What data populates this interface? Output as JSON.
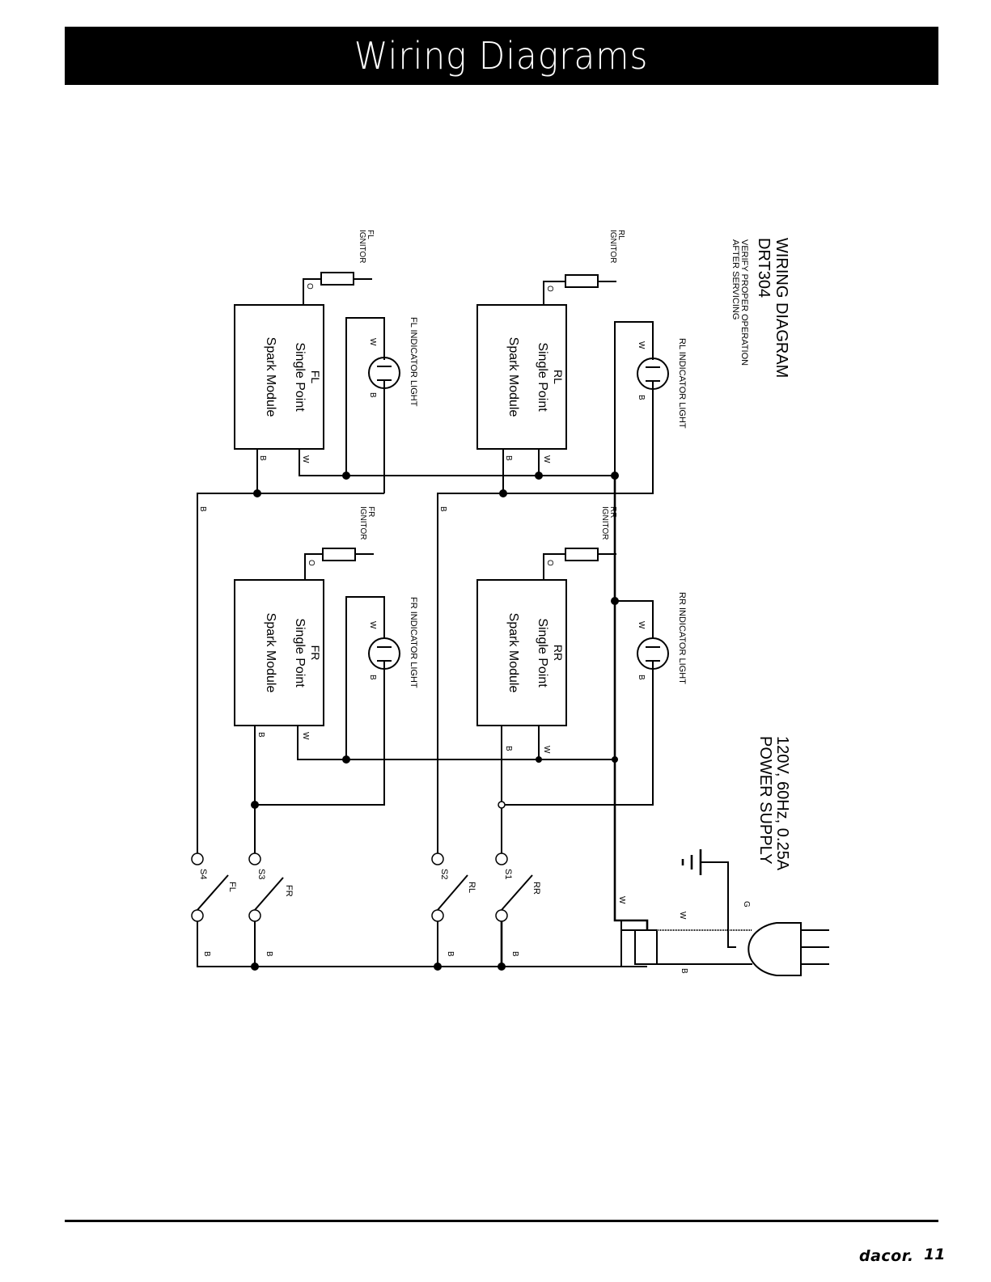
{
  "page": {
    "header_title": "Wiring Diagrams",
    "footer_brand": "dacor.",
    "footer_page_number": "11"
  },
  "diagram": {
    "title_line1": "WIRING DIAGRAM",
    "title_line2": "DRT304",
    "note_line1": "VERIFY PROPER OPERATION",
    "note_line2": "AFTER SERVICING",
    "power_supply_line1": "120V, 60Hz, 0.25A",
    "power_supply_line2": "POWER SUPPLY",
    "modules": [
      {
        "id": "FL",
        "name_line1": "FL",
        "name_line2": "Single Point",
        "name_line3": "Spark Module",
        "ignitor_line1": "FL",
        "ignitor_line2": "IGNITOR",
        "indicator_label": "FL  INDICATOR LIGHT"
      },
      {
        "id": "RL",
        "name_line1": "RL",
        "name_line2": "Single Point",
        "name_line3": "Spark Module",
        "ignitor_line1": "RL",
        "ignitor_line2": "IGNITOR",
        "indicator_label": "RL  INDICATOR LIGHT"
      },
      {
        "id": "FR",
        "name_line1": "FR",
        "name_line2": "Single Point",
        "name_line3": "Spark Module",
        "ignitor_line1": "FR",
        "ignitor_line2": "IGNITOR",
        "indicator_label": "FR  INDICATOR LIGHT"
      },
      {
        "id": "RR",
        "name_line1": "RR",
        "name_line2": "Single Point",
        "name_line3": "Spark Module",
        "ignitor_line1": "RR",
        "ignitor_line2": "IGNITOR",
        "indicator_label": "RR INDICATOR LIGHT"
      }
    ],
    "switches": [
      {
        "id": "S4",
        "burner": "FL"
      },
      {
        "id": "S3",
        "burner": "FR"
      },
      {
        "id": "S2",
        "burner": "RL"
      },
      {
        "id": "S1",
        "burner": "RR"
      }
    ],
    "wire_codes": {
      "white": "W",
      "black": "B",
      "orange": "O",
      "ground": "G"
    }
  }
}
